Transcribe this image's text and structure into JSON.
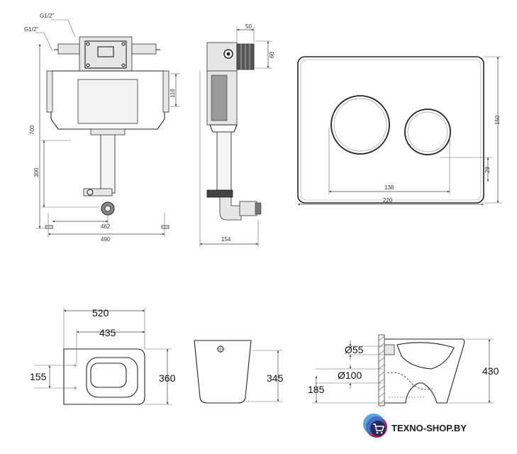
{
  "frame_front": {
    "label_g1": "G1/2\"",
    "label_g2": "G1/2\"",
    "dim_700": "700",
    "dim_300": "300",
    "dim_462": "462",
    "dim_490": "490"
  },
  "frame_side": {
    "dim_50": "50",
    "dim_60": "60",
    "dim_118": "118",
    "dim_154": "154"
  },
  "flush_plate": {
    "dim_150": "150",
    "dim_29": "29",
    "dim_138": "138",
    "dim_220": "220"
  },
  "toilet_top": {
    "dim_520": "520",
    "dim_435": "435",
    "dim_155": "155",
    "dim_360": "360"
  },
  "toilet_front": {
    "dim_345": "345"
  },
  "toilet_side": {
    "dim_d55": "Ø55",
    "dim_d100": "Ø100",
    "dim_185": "185",
    "dim_430": "430"
  },
  "brand": {
    "name": "TEXNO-SHOP.BY",
    "icon": "shopping-cart-icon"
  }
}
